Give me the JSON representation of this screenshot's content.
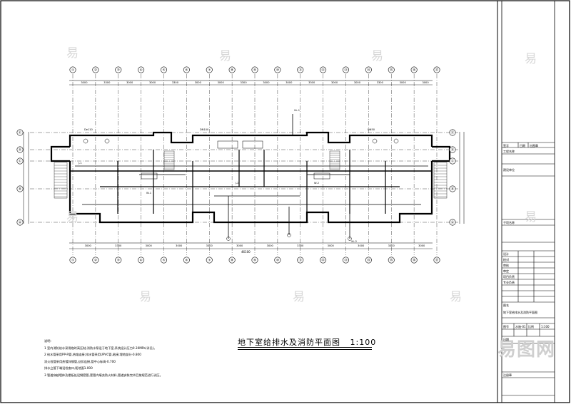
{
  "drawing": {
    "title": "地下室给排水及消防平面图",
    "scale": "1:100",
    "axis_labels_top": [
      "①",
      "②",
      "③",
      "④",
      "⑤",
      "⑥",
      "⑦",
      "⑧",
      "⑨",
      "⑩",
      "⑪",
      "⑫",
      "⑬",
      "⑭",
      "⑮",
      "⑯",
      "⑰"
    ],
    "axis_labels_side": [
      "Ⓔ",
      "Ⓓ",
      "Ⓒ",
      "Ⓑ",
      "Ⓐ"
    ],
    "dims_top": [
      "3000",
      "3300",
      "3000",
      "3000",
      "3300",
      "3000",
      "3000",
      "3300",
      "3000",
      "3000",
      "3300",
      "3000",
      "3000",
      "3300",
      "3000",
      "3000"
    ],
    "dims_bottom": [
      "3000",
      "3300",
      "3000",
      "3000",
      "3300",
      "3000",
      "3000",
      "3300",
      "3000",
      "3000",
      "3300",
      "3000"
    ],
    "overall_dim": "46100",
    "pipe_labels": [
      "J-1",
      "W-1",
      "J-2",
      "W-2",
      "XL-1",
      "XL-2",
      "De110",
      "DN100",
      "DN50"
    ]
  },
  "notes": [
    "说明:",
    "1  室内消防给水采用临时高压制,消防水泵设于地下室,系统设计压力0.30MPa(详见)。",
    "2  给水管采用PP-R管,热熔连接;排水管采用UPVC管,粘接;埋地部分-0.800",
    "    消火栓管采用热镀锌钢管,丝扣连接,管中心标高-0.700",
    "    排水立管下端设检查口,距地面1.000",
    "3  管道穿越墙体及楼板处设钢套管,套管内填充防火材料,管道安装完毕后按规范进行试压。"
  ],
  "title_block": {
    "rows": [
      "工程名称",
      "建设单位",
      "",
      "子项名称",
      "",
      "设计",
      "校对",
      "审核",
      "审定",
      "项目负责",
      "专业负责",
      "",
      "图名",
      "地下室给排水及消防平面图",
      "",
      "图号",
      "水施-01",
      "比例",
      "1:100",
      "日期"
    ],
    "cells": [
      "签字",
      "日期",
      "出图章",
      "注册章"
    ]
  },
  "watermark": {
    "char": "易",
    "logo": "易图网"
  }
}
